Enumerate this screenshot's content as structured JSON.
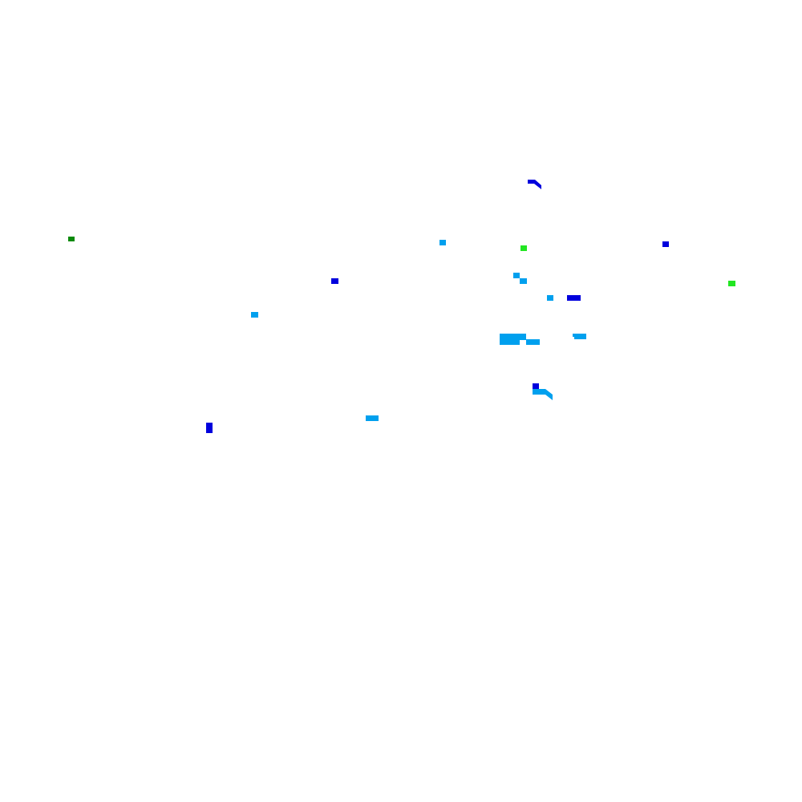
{
  "palette": {
    "background": "#ffffff",
    "dark_green": "#0a8a0a",
    "bright_green": "#22e622",
    "dark_blue": "#0000dd",
    "light_blue": "#00a0ee"
  },
  "features": [
    {
      "name": "feature-dark-green-1",
      "color": "dark_green"
    },
    {
      "name": "feature-bright-green-1",
      "color": "bright_green"
    },
    {
      "name": "feature-bright-green-2",
      "color": "bright_green"
    },
    {
      "name": "feature-dark-blue-1",
      "color": "dark_blue"
    },
    {
      "name": "feature-dark-blue-2",
      "color": "dark_blue"
    },
    {
      "name": "feature-dark-blue-3",
      "color": "dark_blue"
    },
    {
      "name": "feature-dark-blue-4",
      "color": "dark_blue"
    },
    {
      "name": "feature-dark-blue-5",
      "color": "dark_blue"
    },
    {
      "name": "feature-dark-blue-6",
      "color": "dark_blue"
    },
    {
      "name": "feature-light-blue-1",
      "color": "light_blue"
    },
    {
      "name": "feature-light-blue-2",
      "color": "light_blue"
    },
    {
      "name": "feature-light-blue-3",
      "color": "light_blue"
    },
    {
      "name": "feature-light-blue-4",
      "color": "light_blue"
    },
    {
      "name": "feature-light-blue-5",
      "color": "light_blue"
    },
    {
      "name": "feature-light-blue-6",
      "color": "light_blue"
    },
    {
      "name": "feature-light-blue-7",
      "color": "light_blue"
    },
    {
      "name": "feature-light-blue-8",
      "color": "light_blue"
    },
    {
      "name": "feature-light-blue-9",
      "color": "light_blue"
    },
    {
      "name": "feature-light-blue-10",
      "color": "light_blue"
    },
    {
      "name": "feature-light-blue-11",
      "color": "light_blue"
    }
  ]
}
